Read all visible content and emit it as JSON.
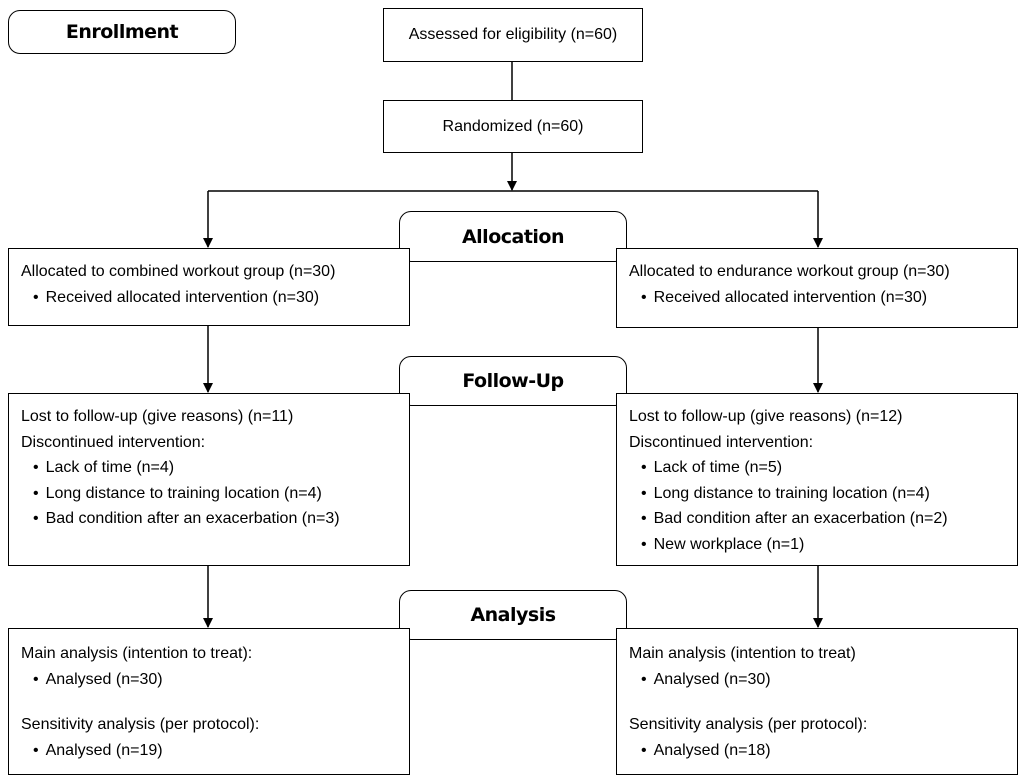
{
  "stages": {
    "enrollment": "Enrollment",
    "allocation": "Allocation",
    "follow_up": "Follow-Up",
    "analysis": "Analysis"
  },
  "assessed": "Assessed for eligibility (n=60)",
  "randomized": "Randomized (n=60)",
  "allocation": {
    "left": {
      "title": "Allocated to combined workout group (n=30)",
      "bullets": [
        "Received allocated intervention (n=30)"
      ]
    },
    "right": {
      "title": "Allocated to endurance workout group (n=30)",
      "bullets": [
        "Received allocated intervention (n=30)"
      ]
    }
  },
  "follow_up": {
    "left": {
      "lost": "Lost to follow-up (give reasons) (n=11)",
      "discontinued": "Discontinued intervention:",
      "bullets": [
        "Lack of time (n=4)",
        "Long distance to training location (n=4)",
        "Bad condition after an exacerbation (n=3)"
      ]
    },
    "right": {
      "lost": "Lost to follow-up (give reasons) (n=12)",
      "discontinued": "Discontinued intervention:",
      "bullets": [
        "Lack of time (n=5)",
        "Long distance to training location (n=4)",
        "Bad condition after an exacerbation (n=2)",
        "New workplace (n=1)"
      ]
    }
  },
  "analysis": {
    "left": {
      "main": "Main analysis (intention to treat):",
      "main_bullet": "Analysed (n=30)",
      "sensitivity": "Sensitivity analysis (per protocol):",
      "sensitivity_bullet": "Analysed (n=19)"
    },
    "right": {
      "main": "Main analysis (intention to treat)",
      "main_bullet": "Analysed (n=30)",
      "sensitivity": "Sensitivity analysis (per protocol):",
      "sensitivity_bullet": "Analysed (n=18)"
    }
  }
}
